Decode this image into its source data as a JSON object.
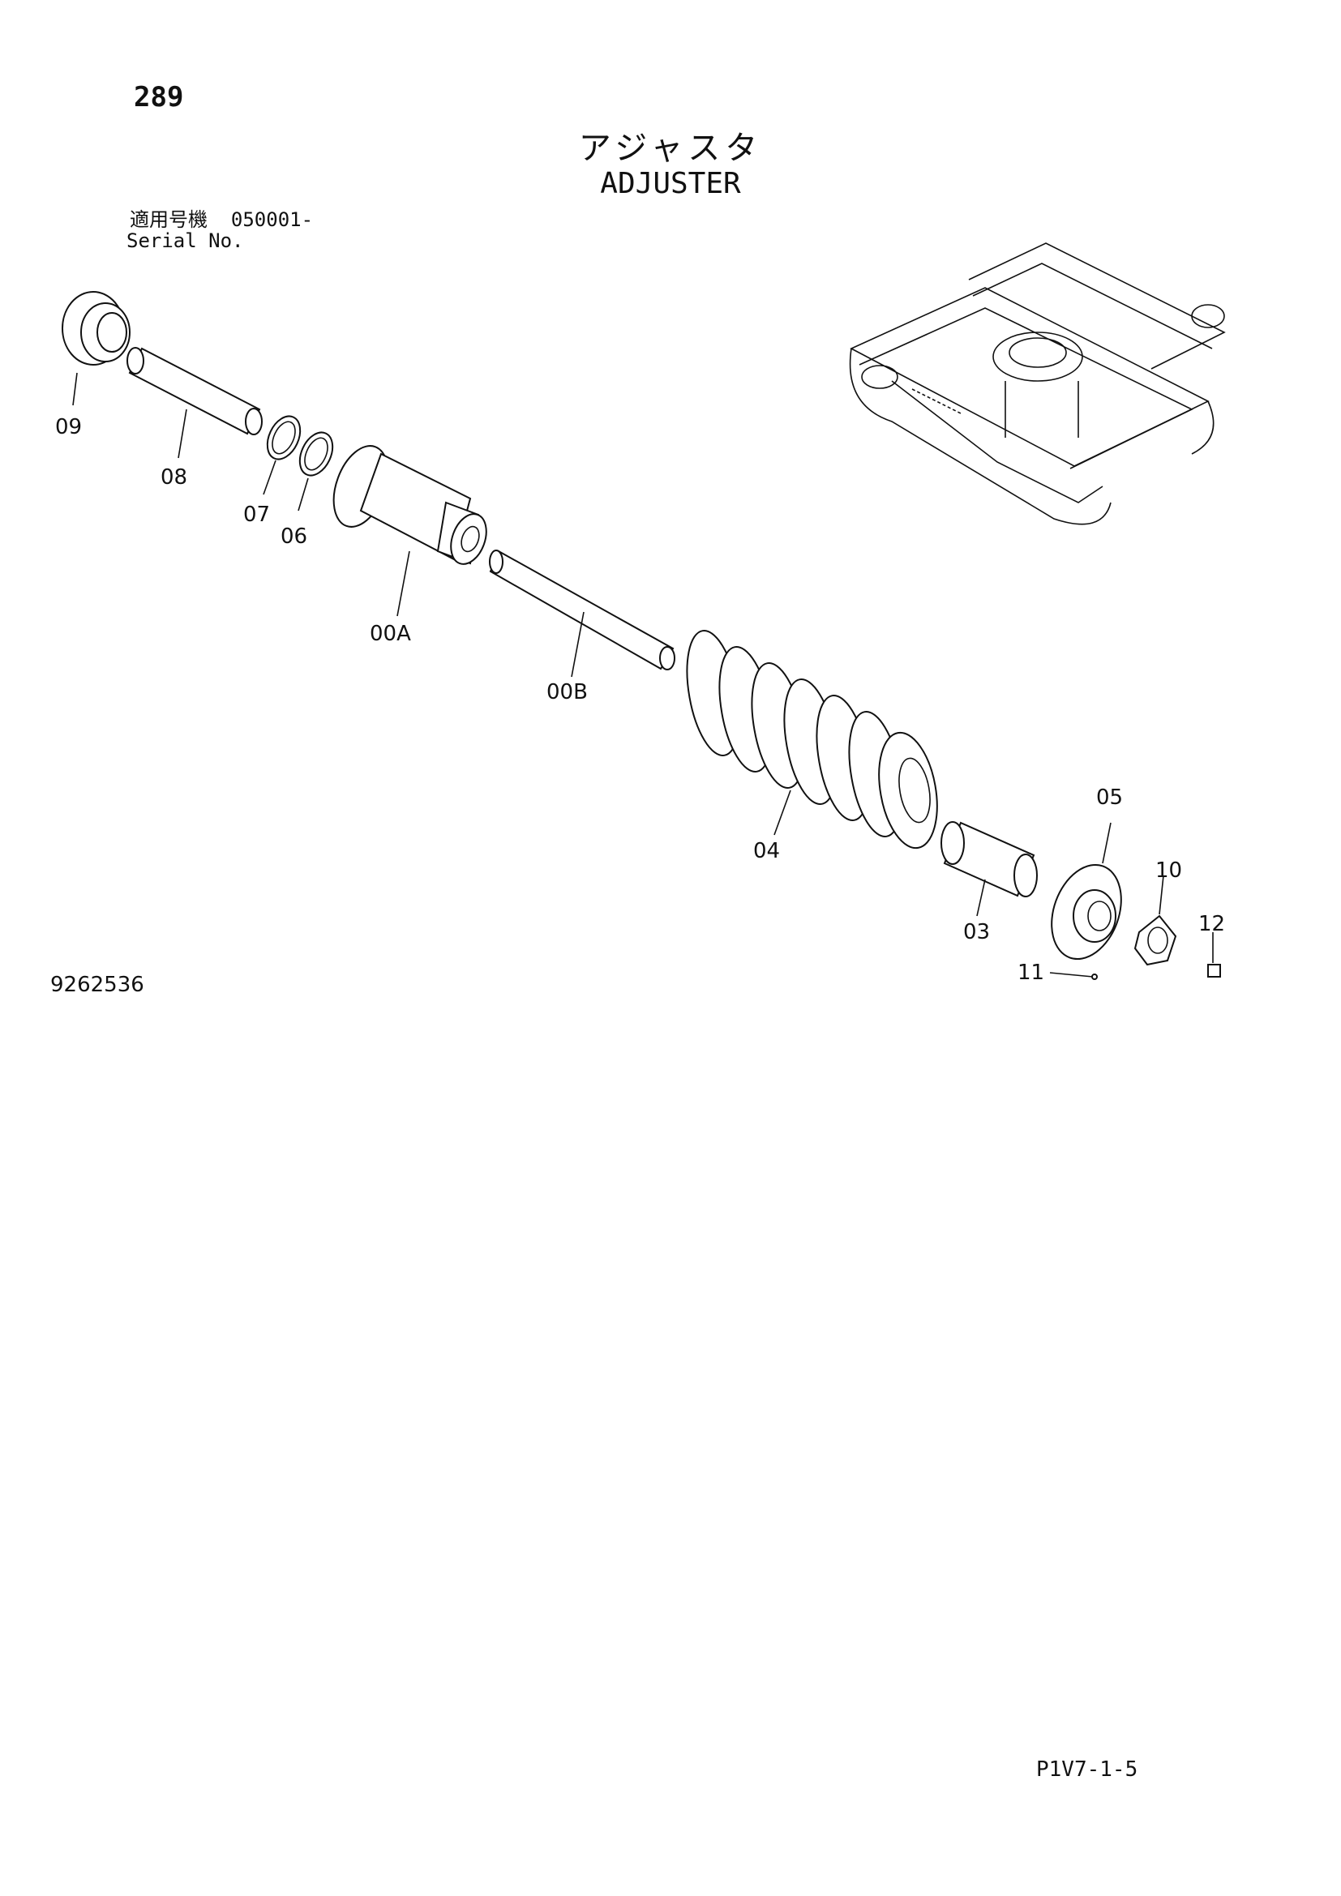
{
  "page_number": "289",
  "title_jp": "アジャスタ",
  "title_en": "ADJUSTER",
  "serial": {
    "label_jp": "適用号機",
    "range": "050001-",
    "label_en": "Serial No."
  },
  "callouts": {
    "c09": "09",
    "c08": "08",
    "c07": "07",
    "c06": "06",
    "c00A": "00A",
    "c00B": "00B",
    "c04": "04",
    "c03": "03",
    "c05": "05",
    "c10": "10",
    "c11": "11",
    "c12": "12"
  },
  "doc_number": "9262536",
  "page_code": "P1V7-1-5"
}
